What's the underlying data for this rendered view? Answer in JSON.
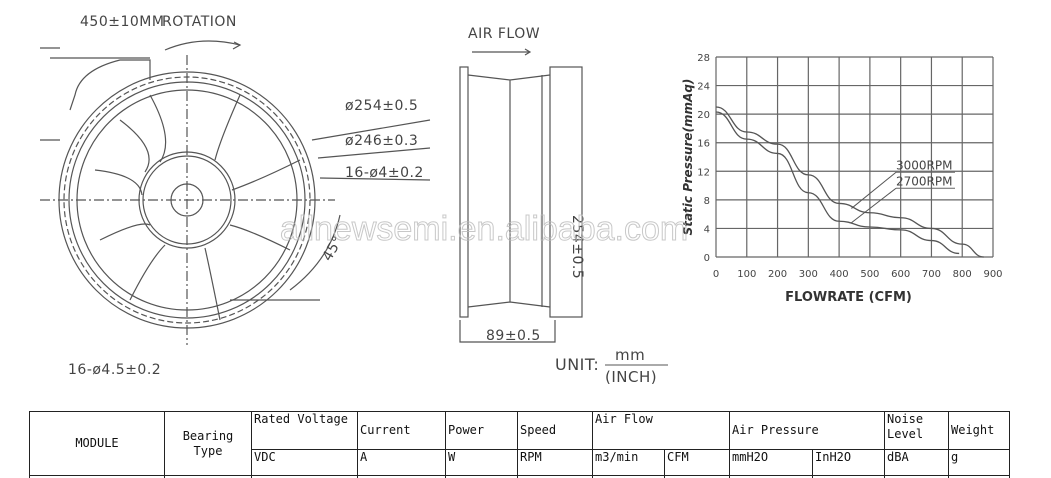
{
  "drawing": {
    "cable_length": "450±10MM",
    "rotation_label": "ROTATION",
    "dim_outer": "ø254±0.5",
    "dim_inner": "ø246±0.3",
    "dim_holes": "16-ø4±0.2",
    "dim_angle": "45°",
    "dim_mount_holes": "16-ø4.5±0.2",
    "airflow_label": "AIR FLOW",
    "side_height": "254±0.5",
    "side_depth": "89±0.5",
    "unit_label": "UNIT:",
    "unit_top": "mm",
    "unit_bottom": "(INCH)",
    "watermark": "allnewsemi.en.alibaba.com"
  },
  "chart_data": {
    "type": "line",
    "xlabel": "FLOWRATE (CFM)",
    "ylabel": "Static  Pressure(mmAq)",
    "xlim": [
      0,
      900
    ],
    "ylim": [
      0,
      28
    ],
    "xticks": [
      0,
      100,
      200,
      300,
      400,
      500,
      600,
      700,
      800,
      900
    ],
    "yticks": [
      0,
      4,
      8,
      12,
      16,
      20,
      24,
      28
    ],
    "grid": true,
    "series": [
      {
        "name": "3000RPM",
        "x": [
          0,
          100,
          200,
          300,
          400,
          500,
          600,
          700,
          800,
          870
        ],
        "y": [
          21,
          17.5,
          15.8,
          11.5,
          7.5,
          6.2,
          5.5,
          4,
          1.8,
          0
        ]
      },
      {
        "name": "2700RPM",
        "x": [
          0,
          100,
          200,
          300,
          400,
          500,
          600,
          700,
          790
        ],
        "y": [
          20.3,
          16.5,
          14.5,
          9,
          5,
          4.2,
          3.8,
          2.3,
          0.5
        ]
      }
    ]
  },
  "table": {
    "module": "MODULE",
    "bearing": "Bearing Type",
    "rated_voltage": "Rated Voltage",
    "current": "Current",
    "power": "Power",
    "speed": "Speed",
    "air_flow": "Air Flow",
    "air_pressure": "Air Pressure",
    "noise": "Noise Level",
    "weight": "Weight",
    "units": [
      "VDC",
      "A",
      "W",
      "RPM",
      "m3/min",
      "CFM",
      "mmH2O",
      "InH2O",
      "dBA",
      "g"
    ]
  }
}
